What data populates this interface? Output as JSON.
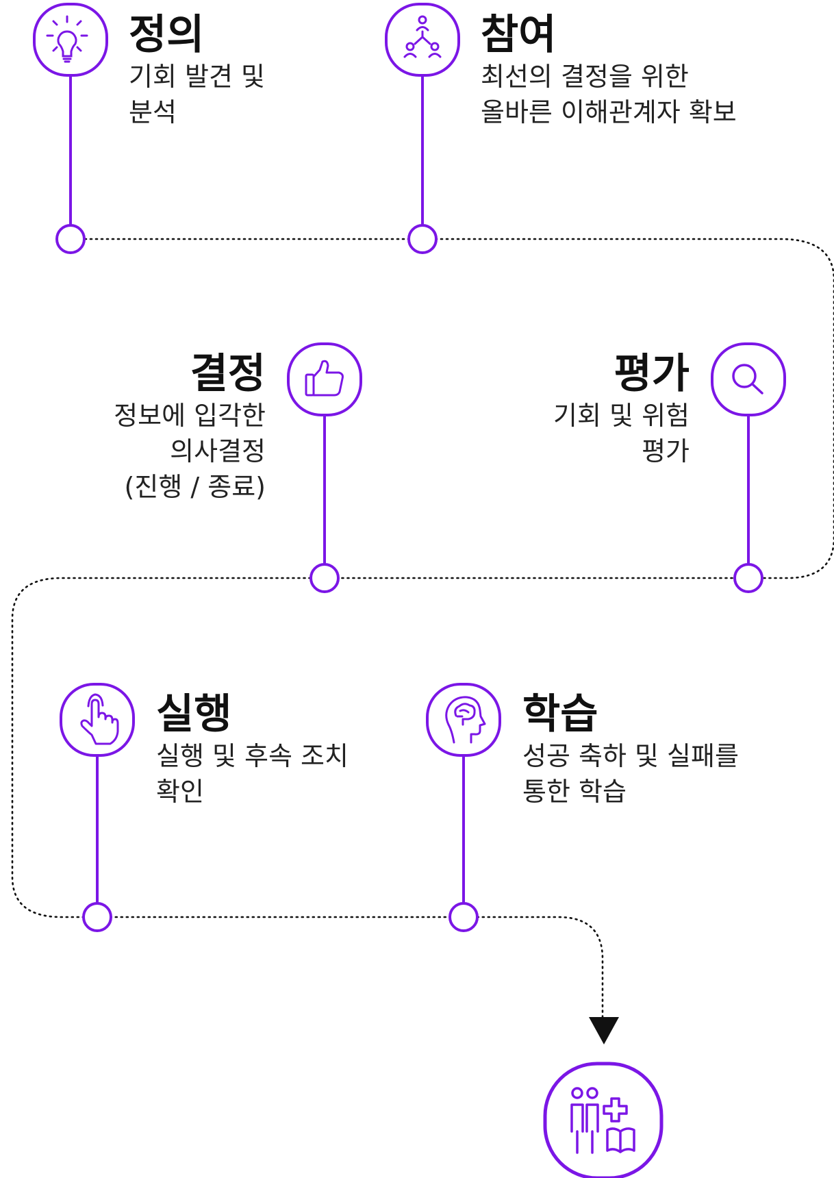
{
  "colors": {
    "accent": "#7b16e6",
    "text": "#111111",
    "path": "#111111",
    "background": "#ffffff"
  },
  "steps": [
    {
      "id": "define",
      "title": "정의",
      "lines": [
        "기회 발견 및",
        "분석"
      ],
      "icon": "lightbulb-icon"
    },
    {
      "id": "engage",
      "title": "참여",
      "lines": [
        "최선의 결정을 위한",
        "올바른 이해관계자 확보"
      ],
      "icon": "stakeholder-network-icon"
    },
    {
      "id": "decide",
      "title": "결정",
      "lines": [
        "정보에 입각한",
        "의사결정",
        "(진행 / 종료)"
      ],
      "icon": "thumbs-up-icon"
    },
    {
      "id": "evaluate",
      "title": "평가",
      "lines": [
        "기회 및 위험",
        "평가"
      ],
      "icon": "magnifier-icon"
    },
    {
      "id": "execute",
      "title": "실행",
      "lines": [
        "실행 및 후속 조치",
        "확인"
      ],
      "icon": "pointing-hand-icon"
    },
    {
      "id": "learn",
      "title": "학습",
      "lines": [
        "성공 축하 및 실패를",
        "통한 학습"
      ],
      "icon": "head-brain-icon"
    }
  ],
  "end_node": {
    "icon": "people-health-learning-icon"
  }
}
